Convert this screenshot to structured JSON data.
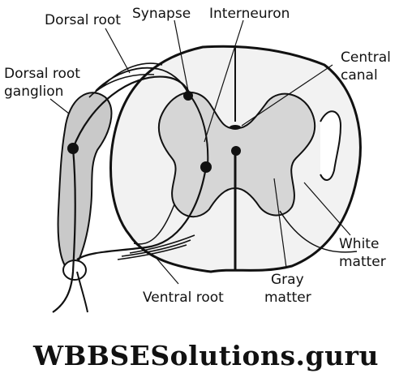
{
  "diagram": {
    "labels": {
      "dorsal_root": "Dorsal root",
      "synapse": "Synapse",
      "interneuron": "Interneuron",
      "central_canal_line1": "Central",
      "central_canal_line2": "canal",
      "drg_line1": "Dorsal root",
      "drg_line2": "ganglion",
      "white_matter_line1": "White",
      "white_matter_line2": "matter",
      "gray_matter_line1": "Gray",
      "gray_matter_line2": "matter",
      "ventral_root": "Ventral root"
    },
    "colors": {
      "white_matter": "#f2f2f2",
      "gray_matter": "#d6d6d6",
      "ganglion": "#c9c9c9",
      "outline": "#111111"
    }
  },
  "watermark": "WBBSESolutions.guru"
}
